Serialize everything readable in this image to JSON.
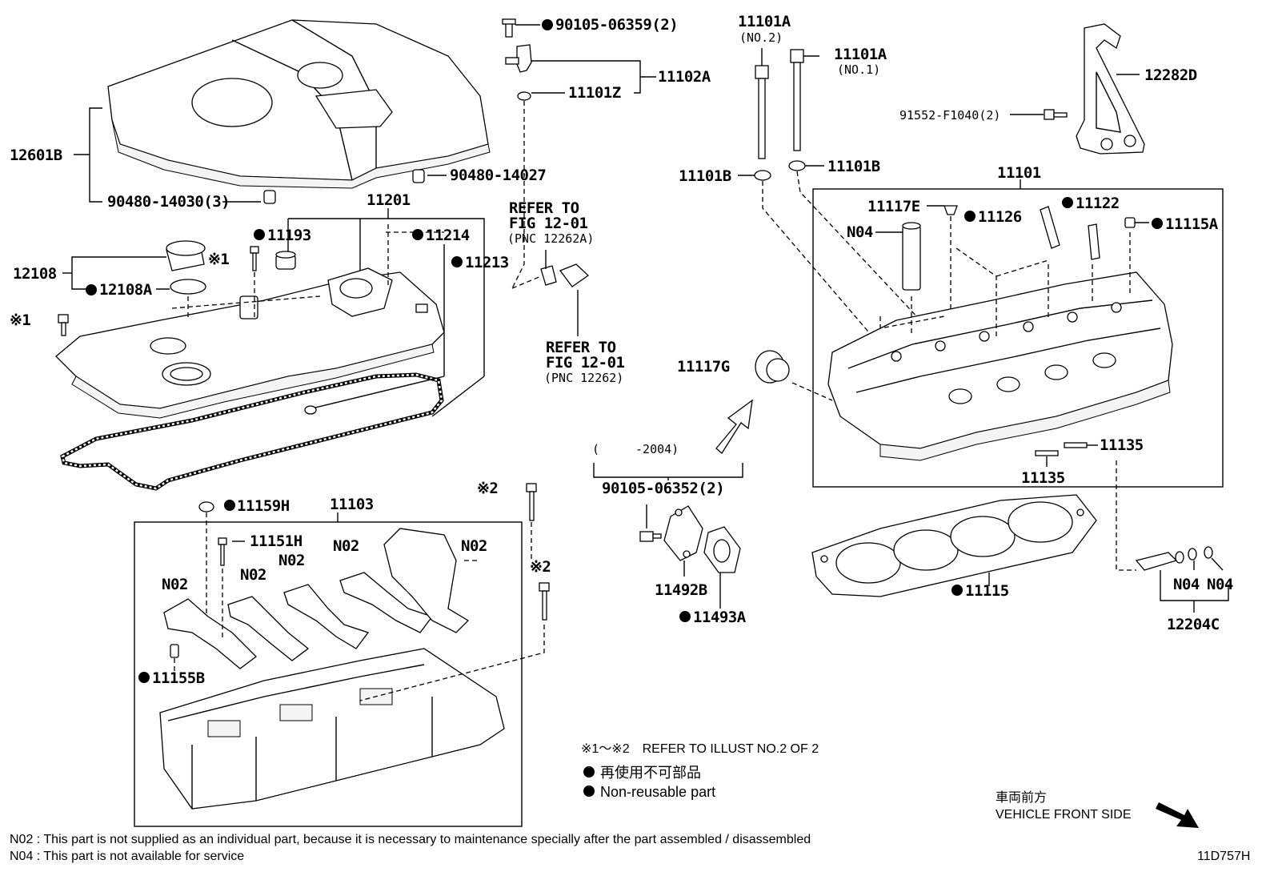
{
  "labels": {
    "p_90105_06359": "90105-06359(2)",
    "p_11102A": "11102A",
    "p_11101Z": "11101Z",
    "p_12601B": "12601B",
    "p_90480_14027": "90480-14027",
    "p_90480_14030": "90480-14030(3)",
    "p_11201": "11201",
    "p_11193": "11193",
    "p_11214": "11214",
    "p_11213": "11213",
    "p_12108": "12108",
    "p_12108A": "12108A",
    "p_x1a": "※1",
    "p_x1b": "※1",
    "p_11159H": "11159H",
    "p_11103": "11103",
    "p_11151H": "11151H",
    "p_n02_a": "N02",
    "p_n02_b": "N02",
    "p_n02_c": "N02",
    "p_n02_d": "N02",
    "p_n02_e": "N02",
    "p_11155B": "11155B",
    "p_x2a": "※2",
    "p_x2b": "※2",
    "ref1_l1": "REFER TO",
    "ref1_l2": "FIG 12-01",
    "ref1_l3": "(PNC 12262A)",
    "ref2_l1": "REFER TO",
    "ref2_l2": "FIG 12-01",
    "ref2_l3": "(PNC 12262)",
    "p_11117G": "11117G",
    "p_2004": "(　　　-2004)",
    "p_90105_06352": "90105-06352(2)",
    "p_11492B": "11492B",
    "p_11493A": "11493A",
    "p_11101A_no2": "11101A",
    "p_no2": "(NO.2)",
    "p_11101A_no1": "11101A",
    "p_no1": "(NO.1)",
    "p_11101B_a": "11101B",
    "p_11101B_b": "11101B",
    "p_12282D": "12282D",
    "p_91552": "91552-F1040(2)",
    "p_11101": "11101",
    "p_11117E": "11117E",
    "p_11122": "11122",
    "p_n04_a": "N04",
    "p_11126": "11126",
    "p_11115A": "11115A",
    "p_11135_a": "11135",
    "p_11135_b": "11135",
    "p_11115": "11115",
    "p_n04_b": "N04",
    "p_n04_c": "N04",
    "p_12204C": "12204C",
    "legend_ref": "※1～※2　REFER TO ILLUST NO.2 OF 2",
    "legend_jp": "再使用不可部品",
    "legend_en": "Non-reusable part",
    "front_jp": "車両前方",
    "front_en": "VEHICLE FRONT SIDE",
    "footnote_n02": "N02 : This part is not supplied as an individual part, because it is necessary to maintenance specially after the part assembled / disassembled",
    "footnote_n04": "N04 : This part is not available for service",
    "illust_id": "11D757H"
  }
}
